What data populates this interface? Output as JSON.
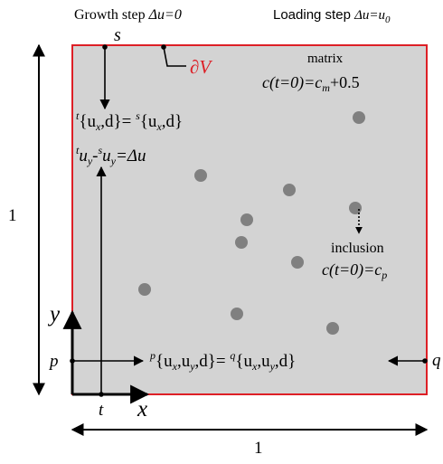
{
  "header": {
    "growth_prefix": "Growth step ",
    "growth_eq": "Δu=0",
    "loading_prefix": "Loading step ",
    "loading_eq_main": "Δu=u",
    "loading_eq_sub": "0"
  },
  "labels": {
    "s": "s",
    "boundary": "∂V",
    "t": "t",
    "p": "p",
    "q": "q",
    "x_axis": "x",
    "y_axis": "y",
    "width_dim": "1",
    "height_dim": "1"
  },
  "matrix": {
    "title": "matrix",
    "c_main": "c(t=0)=c",
    "c_sub": "m",
    "c_tail": "+0.5"
  },
  "inclusion": {
    "title": "inclusion",
    "c_main": "c(t=0)=c",
    "c_sub": "p"
  },
  "equations": {
    "eq1": {
      "pre": "t",
      "a": "{u",
      "a_sub": "x",
      "b": ",d}= ",
      "pre2": "s",
      "c": "{u",
      "c_sub": "x",
      "d": ",d}"
    },
    "eq2": {
      "pre": "t",
      "a": "u",
      "a_sub": "y",
      "b": "-",
      "pre2": "s",
      "c": "u",
      "c_sub": "y",
      "d": "=Δu"
    },
    "eq3": {
      "pre": "p",
      "a": "{u",
      "a_sub": "x",
      "b": ",u",
      "b_sub": "y",
      "c": ",d}= ",
      "pre2": "q",
      "d": "{u",
      "d_sub": "x",
      "e": ",u",
      "e_sub": "y",
      "f": ",d}"
    }
  },
  "colors": {
    "domain_fill": "#d3d3d3",
    "boundary": "#dd1f26",
    "inclusion": "#808080",
    "ink": "#000000"
  }
}
